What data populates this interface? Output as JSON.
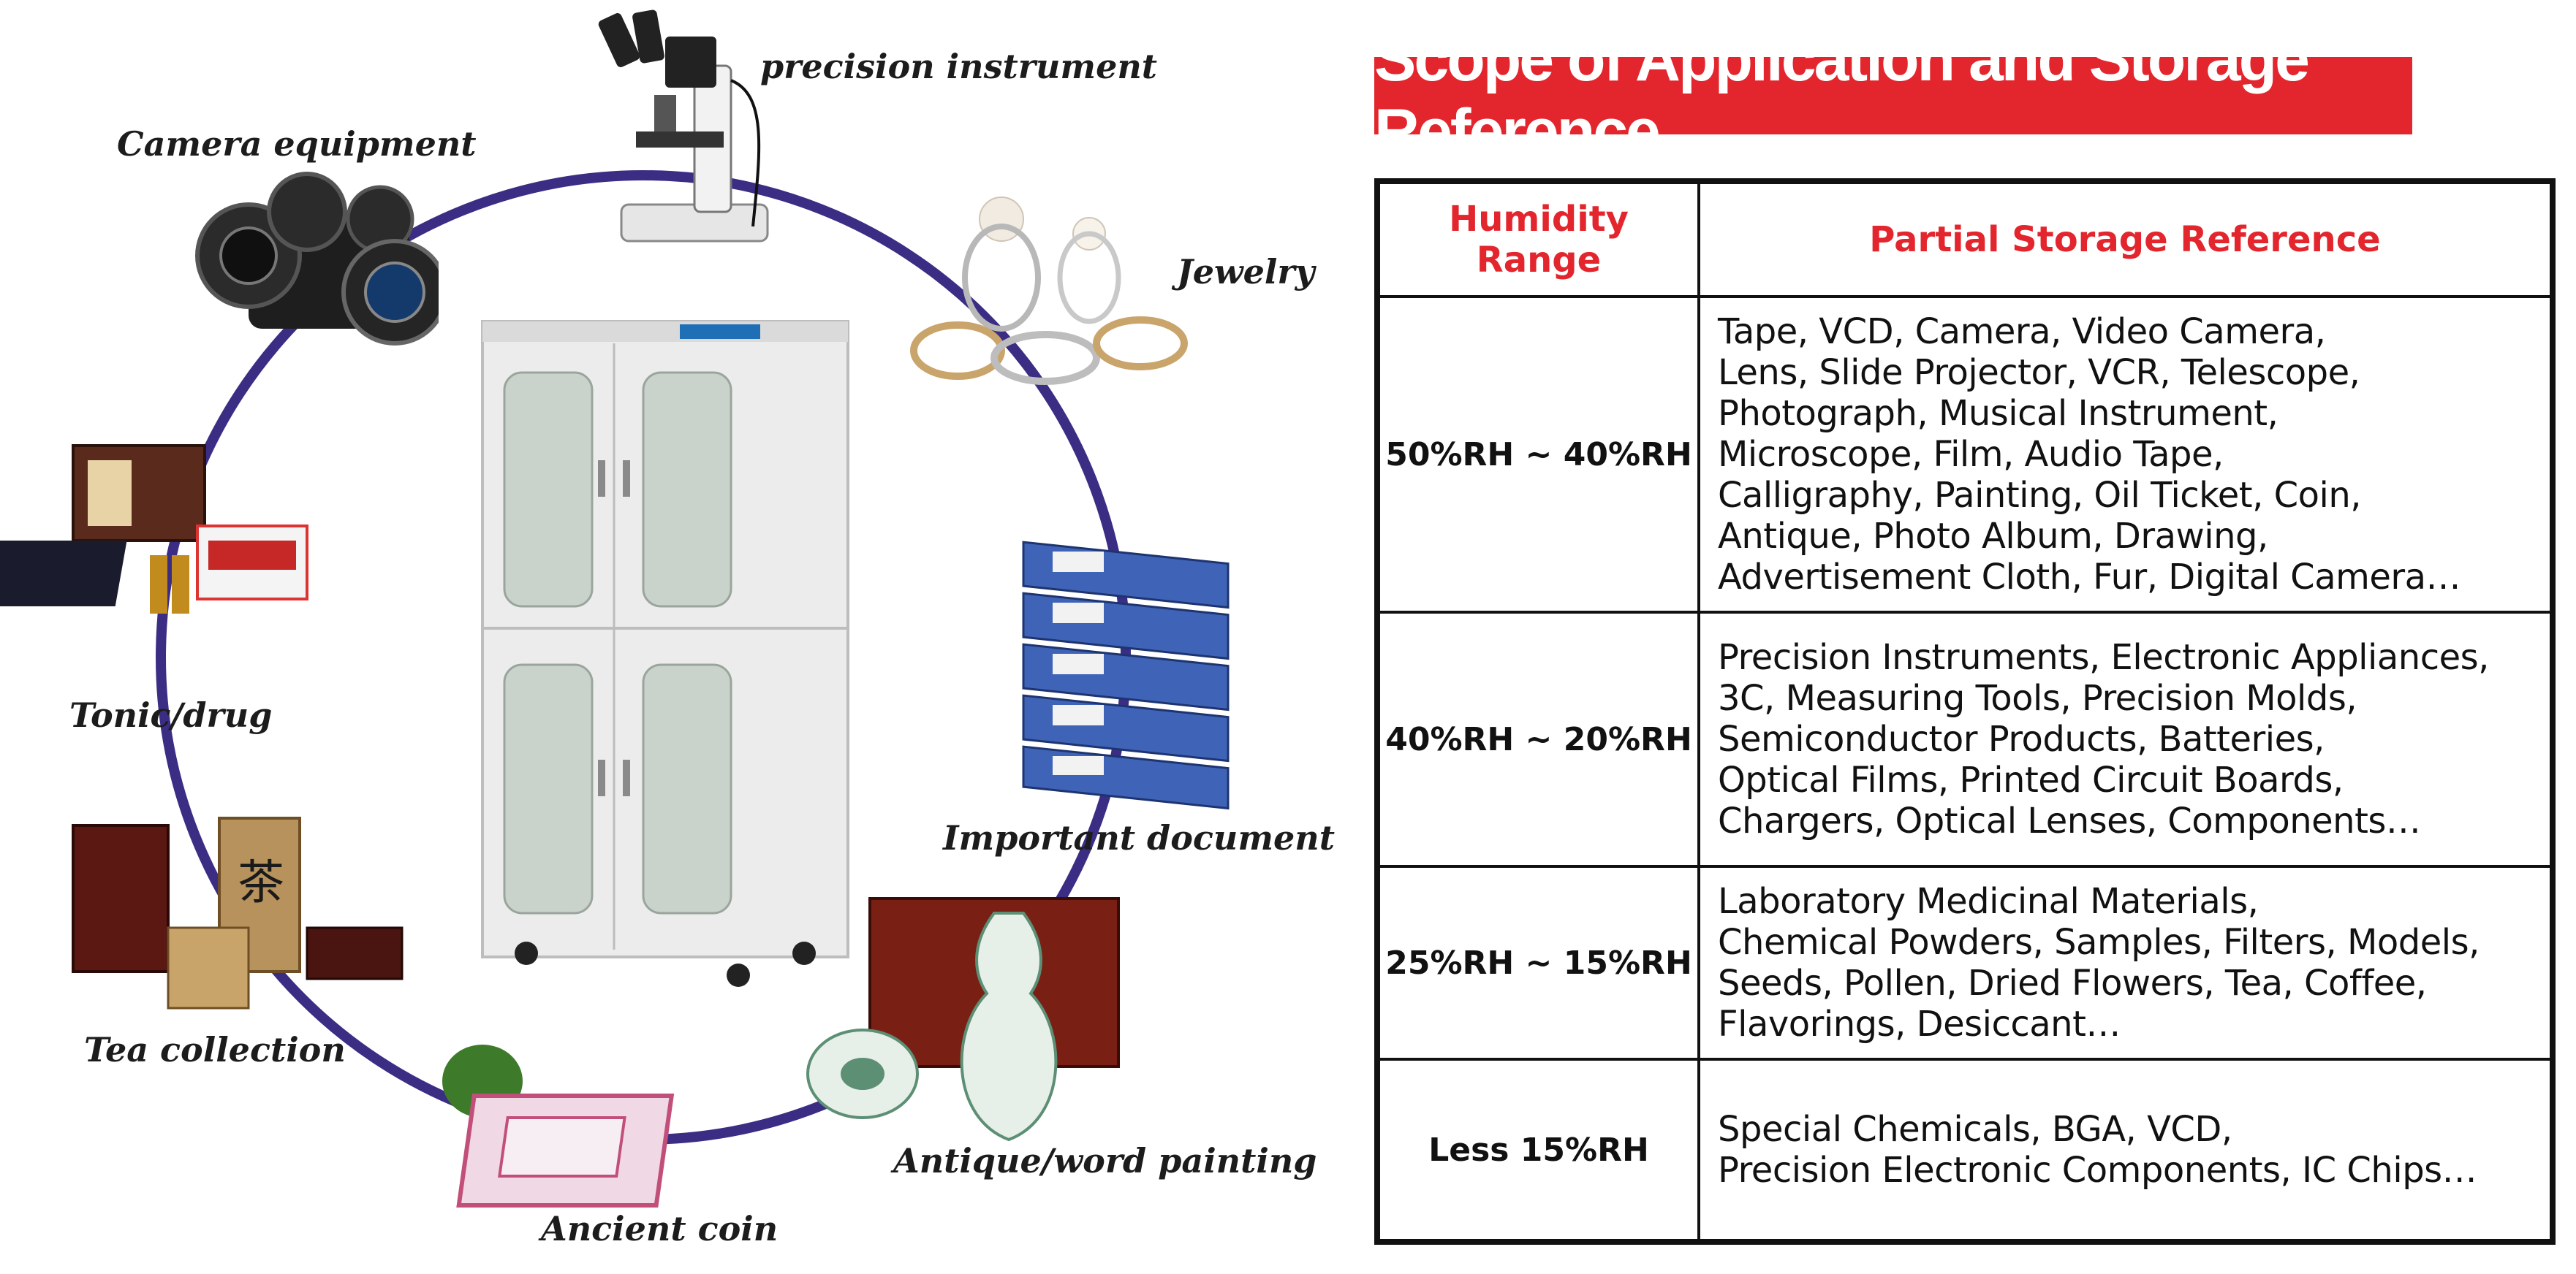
{
  "diagram": {
    "captions": {
      "precision_instrument": "precision instrument",
      "camera_equipment": "Camera equipment",
      "jewelry": "Jewelry",
      "tonic_drug": "Tonic/drug",
      "important_document": "Important document",
      "tea_collection": "Tea collection",
      "antique_word_painting": "Antique/word painting",
      "ancient_coin": "Ancient coin"
    },
    "circle_color": "#3b2d84"
  },
  "scope": {
    "title": "Scope of Application and Storage Reference",
    "title_color": "#e3262d",
    "header": {
      "humidity_range": "Humidity Range",
      "storage_reference": "Partial Storage Reference"
    },
    "rows": [
      {
        "range": "50%RH ~ 40%RH",
        "lines": [
          "Tape, VCD, Camera, Video Camera,",
          "Lens, Slide Projector, VCR, Telescope,",
          "Photograph, Musical Instrument,",
          "Microscope, Film, Audio Tape,",
          "Calligraphy, Painting, Oil Ticket, Coin,",
          "Antique, Photo Album, Drawing,",
          "Advertisement Cloth, Fur, Digital Camera…"
        ]
      },
      {
        "range": "40%RH ~ 20%RH",
        "lines": [
          "Precision Instruments, Electronic Appliances,",
          "3C, Measuring Tools, Precision Molds,",
          "Semiconductor Products, Batteries,",
          "Optical Films, Printed Circuit Boards,",
          "Chargers, Optical Lenses, Components…"
        ]
      },
      {
        "range": "25%RH ~ 15%RH",
        "lines": [
          "Laboratory Medicinal Materials,",
          "Chemical Powders, Samples, Filters, Models,",
          "Seeds, Pollen, Dried Flowers, Tea, Coffee,",
          "Flavorings, Desiccant…"
        ]
      },
      {
        "range": "Less 15%RH",
        "lines": [
          "Special Chemicals, BGA, VCD,",
          "Precision Electronic Components, IC Chips…"
        ]
      }
    ]
  }
}
